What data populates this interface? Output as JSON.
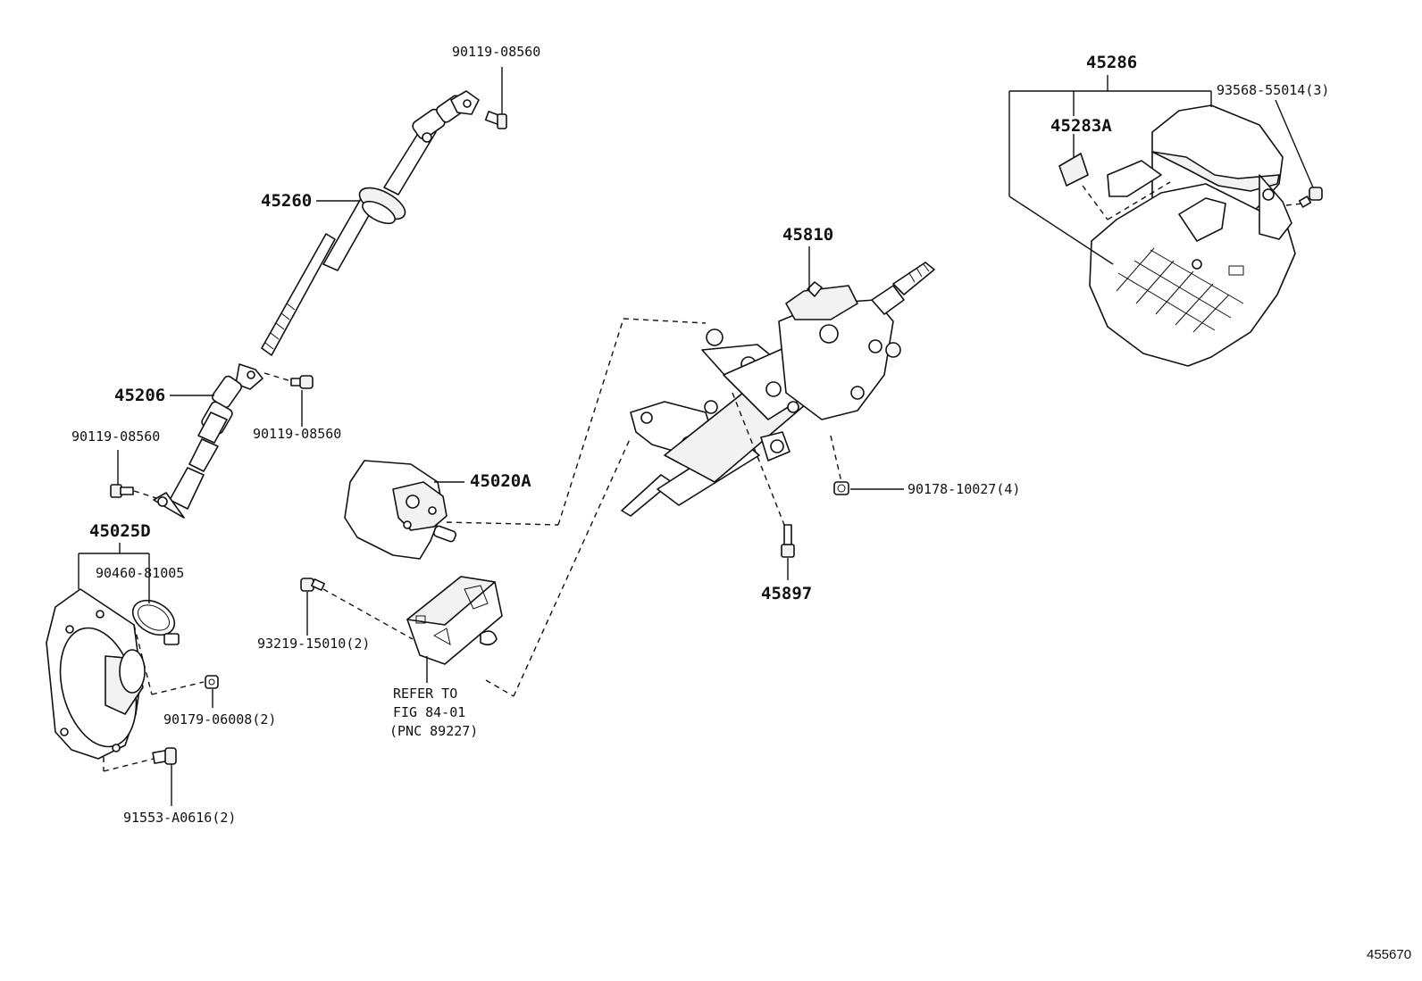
{
  "diagram": {
    "reference_code": "455670",
    "labels": {
      "p_90119_top": "90119-08560",
      "p_45260": "45260",
      "p_45206": "45206",
      "p_90119_left": "90119-08560",
      "p_90119_mid": "90119-08560",
      "p_45025d": "45025D",
      "p_90460": "90460-81005",
      "p_90179": "90179-06008(2)",
      "p_91553": "91553-A0616(2)",
      "p_45020a": "45020A",
      "p_93219": "93219-15010(2)",
      "refer_line1": "REFER TO",
      "refer_line2": "FIG 84-01",
      "refer_line3": "(PNC 89227)",
      "p_45810": "45810",
      "p_45897": "45897",
      "p_90178": "90178-10027(4)",
      "p_45286": "45286",
      "p_45283a": "45283A",
      "p_93568": "93568-55014(3)"
    }
  }
}
